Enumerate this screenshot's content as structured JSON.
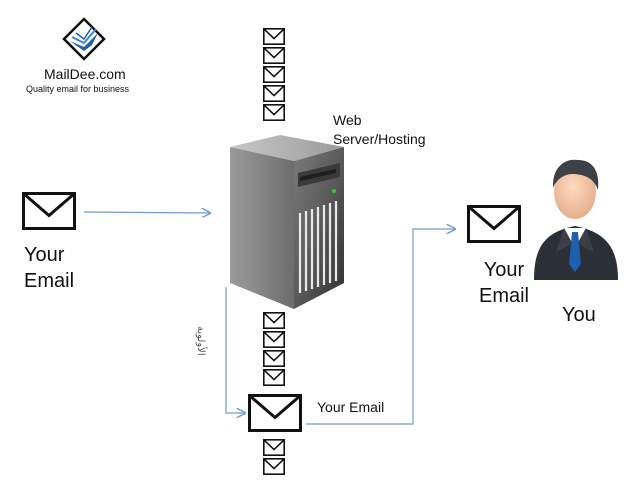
{
  "brand": {
    "name": "MailDee.com",
    "tagline": "Quality email for business"
  },
  "labels": {
    "your_email_left": "Your Email",
    "your_email_right": "Your Email",
    "you": "You",
    "your_email_line": "Your Email",
    "server": "Web Server/Hosting",
    "vertical_note": "الأولوية"
  },
  "colors": {
    "arrow": "#6f9bd1",
    "envelope_stroke": "#111111",
    "server_body": "#4a4a4a",
    "suit": "#2b2f36",
    "tie": "#1f5fb0"
  },
  "icons": {
    "logo": "maildee-logo-icon",
    "envelope": "envelope-icon",
    "server": "server-tower-icon",
    "person": "user-avatar-icon"
  }
}
